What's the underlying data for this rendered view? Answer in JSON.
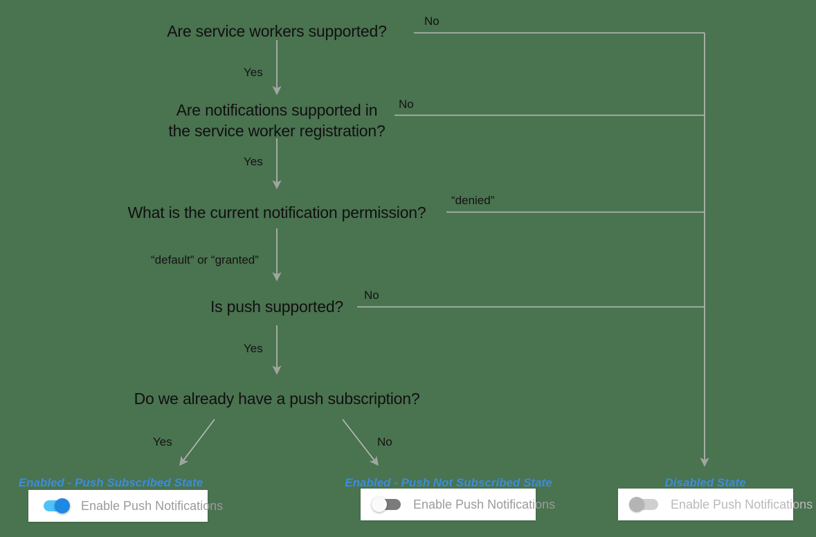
{
  "diagram": {
    "title": "Push notification support decision flow",
    "background_color": "#4a7350",
    "line_color": "#b8bcb8",
    "accent_color": "#3b8ddd",
    "nodes": [
      {
        "id": "node-service-workers",
        "text": "Are service workers supported?"
      },
      {
        "id": "node-notifications-in-sw",
        "line1": "Are notifications supported in",
        "line2": "the service worker registration?"
      },
      {
        "id": "node-permission",
        "text": "What is the current notification permission?"
      },
      {
        "id": "node-push-supported",
        "text": "Is push supported?"
      },
      {
        "id": "node-existing-subscription",
        "text": "Do we already have a push subscription?"
      }
    ],
    "edge_labels": {
      "sw_yes": "Yes",
      "sw_no": "No",
      "notif_yes": "Yes",
      "notif_no": "No",
      "perm_default_granted": "“default” or “granted”",
      "perm_denied": "“denied”",
      "push_yes": "Yes",
      "push_no": "No",
      "sub_yes": "Yes",
      "sub_no": "No"
    },
    "states": [
      {
        "id": "state-push-subscribed",
        "label": "Enabled - Push Subscribed State",
        "toggle_label": "Enable Push Notifications",
        "toggle_state": "on"
      },
      {
        "id": "state-push-not-subscribed",
        "label": "Enabled - Push Not Subscribed State",
        "toggle_label": "Enable Push Notifications",
        "toggle_state": "off"
      },
      {
        "id": "state-disabled",
        "label": "Disabled State",
        "toggle_label": "Enable Push Notifications",
        "toggle_state": "disabled"
      }
    ]
  }
}
